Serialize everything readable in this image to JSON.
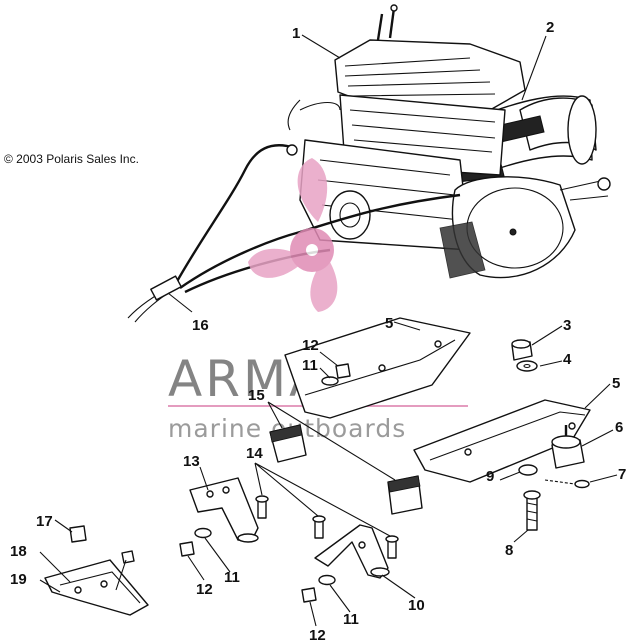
{
  "copyright": "© 2003 Polaris Sales Inc.",
  "watermark": {
    "title": "ARMADA",
    "subtitle": "marine outboards",
    "brand_color": "#e08bb5"
  },
  "callouts": {
    "c1": "1",
    "c2": "2",
    "c3": "3",
    "c4": "4",
    "c5a": "5",
    "c5b": "5",
    "c6": "6",
    "c7": "7",
    "c8": "8",
    "c9": "9",
    "c10": "10",
    "c11a": "11",
    "c11b": "11",
    "c11c": "11",
    "c12a": "12",
    "c12b": "12",
    "c12c": "12",
    "c13": "13",
    "c14": "14",
    "c15": "15",
    "c16": "16",
    "c17": "17",
    "c18": "18",
    "c19": "19"
  }
}
